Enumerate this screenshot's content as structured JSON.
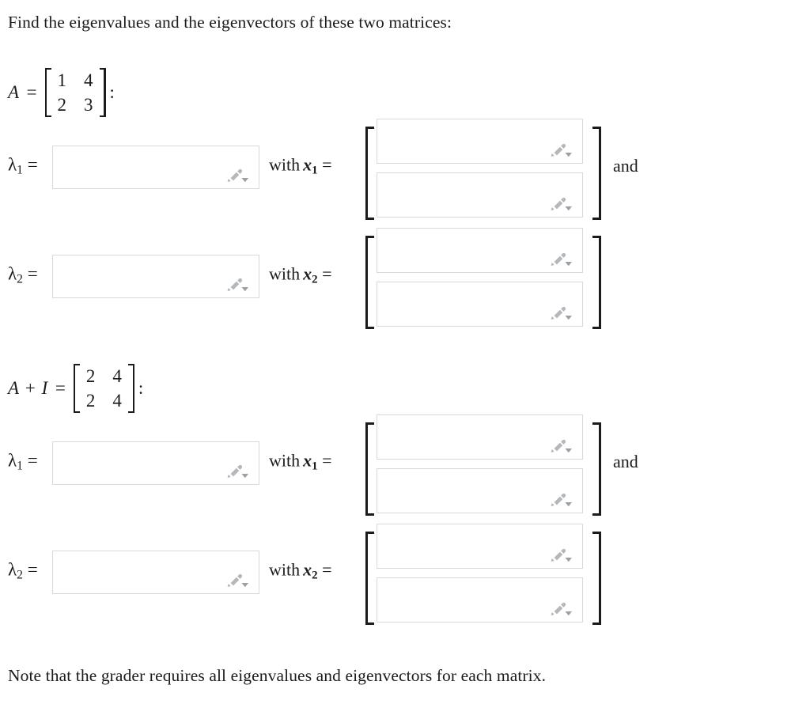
{
  "question": {
    "prompt": "Find the eigenvalues and the eigenvectors of these two matrices:",
    "footnote": "Note that the grader requires all eigenvalues and eigenvectors for each matrix."
  },
  "icons": {
    "pencil": "pencil-icon",
    "caret": "chevron-down-icon"
  },
  "colors": {
    "text": "#1b1b1b",
    "field_border": "#d9d9d9",
    "field_background": "#ffffff",
    "icon": "#b0b4b8",
    "page_background": "#ffffff"
  },
  "sections": [
    {
      "matrix": {
        "lhs": "A",
        "equals": "=",
        "rows": [
          [
            "1",
            "4"
          ],
          [
            "2",
            "3"
          ]
        ],
        "trailing": ":"
      },
      "rows": [
        {
          "lambda_label": "λ",
          "lambda_sub": "1",
          "lambda_equals": "=",
          "lambda_value": "",
          "lambda_placeholder": "",
          "with_text": "with",
          "vector_label": "x",
          "vector_sub": "1",
          "vector_equals": "=",
          "vector_values": [
            "",
            ""
          ],
          "trailing_text": "and"
        },
        {
          "lambda_label": "λ",
          "lambda_sub": "2",
          "lambda_equals": "=",
          "lambda_value": "",
          "lambda_placeholder": "",
          "with_text": "with",
          "vector_label": "x",
          "vector_sub": "2",
          "vector_equals": "=",
          "vector_values": [
            "",
            ""
          ],
          "trailing_text": ""
        }
      ]
    },
    {
      "matrix": {
        "lhs": "A + I",
        "equals": "=",
        "rows": [
          [
            "2",
            "4"
          ],
          [
            "2",
            "4"
          ]
        ],
        "trailing": ":"
      },
      "rows": [
        {
          "lambda_label": "λ",
          "lambda_sub": "1",
          "lambda_equals": "=",
          "lambda_value": "",
          "lambda_placeholder": "",
          "with_text": "with",
          "vector_label": "x",
          "vector_sub": "1",
          "vector_equals": "=",
          "vector_values": [
            "",
            ""
          ],
          "trailing_text": "and"
        },
        {
          "lambda_label": "λ",
          "lambda_sub": "2",
          "lambda_equals": "=",
          "lambda_value": "",
          "lambda_placeholder": "",
          "with_text": "with",
          "vector_label": "x",
          "vector_sub": "2",
          "vector_equals": "=",
          "vector_values": [
            "",
            ""
          ],
          "trailing_text": ""
        }
      ]
    }
  ]
}
